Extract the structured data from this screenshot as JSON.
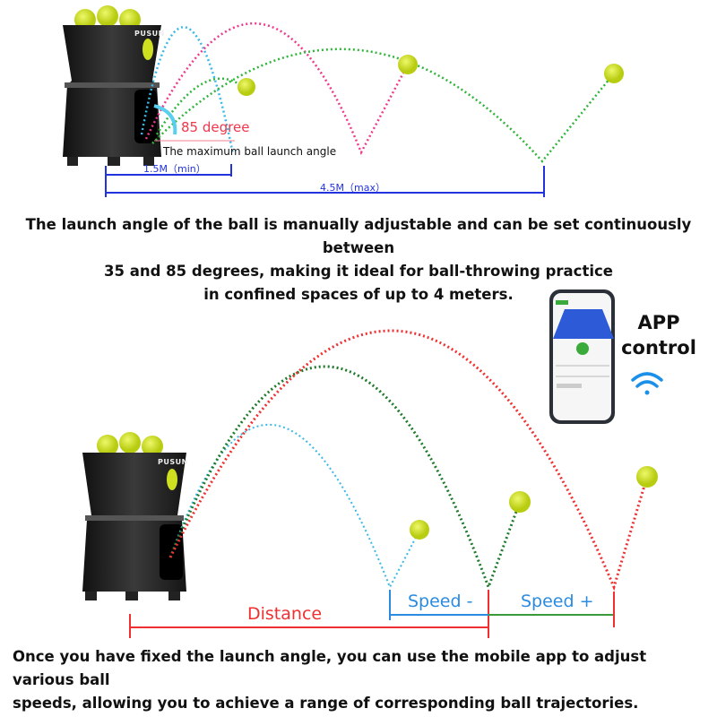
{
  "top_diagram": {
    "angle_label": "85 degree",
    "angle_caption": "The maximum ball launch angle",
    "min_distance": "1.5M（min）",
    "max_distance": "4.5M（max）",
    "brand": "PUSUN"
  },
  "top_description": [
    "The launch angle of the ball is manually adjustable and can be set continuously between",
    "35 and 85 degrees, making it ideal for ball-throwing practice",
    "in confined spaces of up to 4 meters."
  ],
  "app": {
    "line1": "APP",
    "line2": "control",
    "icon": "wifi-icon"
  },
  "bottom_diagram": {
    "distance_label": "Distance",
    "speed_minus_label": "Speed -",
    "speed_plus_label": "Speed +",
    "brand": "PUSUN"
  },
  "bottom_description": [
    "Once you have fixed the launch angle, you can use the mobile app to adjust various ball",
    "speeds, allowing you to achieve a range of corresponding ball trajectories."
  ],
  "colors": {
    "cyan": "#3ab8e8",
    "pink": "#f0388c",
    "green": "#2fb53a",
    "red": "#f03030",
    "dark_green": "#1e7a2a",
    "blue": "#2233dd",
    "ball": "#d8e830"
  }
}
